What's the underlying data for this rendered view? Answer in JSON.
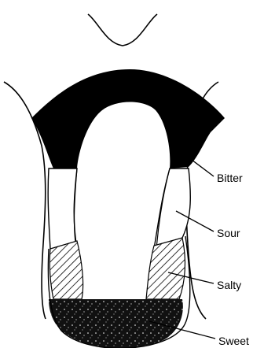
{
  "labels": {
    "bitter": "Bitter",
    "sour": "Sour",
    "salty": "Salty",
    "sweet": "Sweet"
  },
  "regions": [
    {
      "name": "bitter",
      "fill": "solid-black"
    },
    {
      "name": "sour",
      "fill": "white"
    },
    {
      "name": "salty",
      "fill": "diagonal-hatch"
    },
    {
      "name": "sweet",
      "fill": "black-speckled"
    }
  ],
  "colors": {
    "ink": "#000000",
    "background": "#ffffff"
  }
}
